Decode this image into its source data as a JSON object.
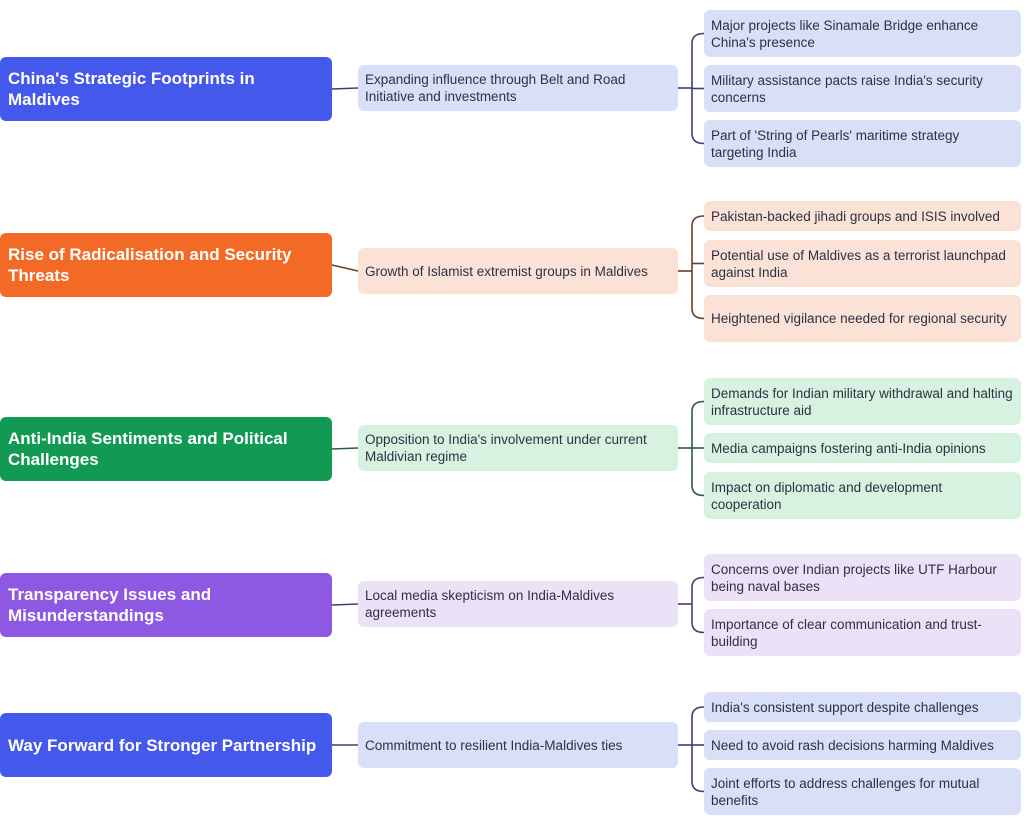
{
  "groups": [
    {
      "main": "China's Strategic Footprints in Maldives",
      "mid": "Expanding influence through Belt and Road Initiative and investments",
      "leaves": [
        "Major projects like Sinamale Bridge enhance China's presence",
        "Military assistance pacts raise India's security concerns",
        "Part of 'String of Pearls' maritime strategy targeting India"
      ],
      "colors": {
        "main": "#4458ec",
        "mid": "#dadff8",
        "leaf": "#dadff8",
        "line": "#3a3f73"
      }
    },
    {
      "main": "Rise of Radicalisation and Security Threats",
      "mid": "Growth of Islamist extremist groups in Maldives",
      "leaves": [
        "Pakistan-backed jihadi groups and ISIS involved",
        "Potential use of Maldives as a terrorist launchpad against India",
        "Heightened vigilance needed for regional security"
      ],
      "colors": {
        "main": "#f26a25",
        "mid": "#fbe2d6",
        "leaf": "#fbe2d6",
        "line": "#6b3f2a"
      }
    },
    {
      "main": "Anti-India Sentiments and Political Challenges",
      "mid": "Opposition to India's involvement under current Maldivian regime",
      "leaves": [
        "Demands for Indian military withdrawal and halting infrastructure aid",
        "Media campaigns fostering anti-India opinions",
        "Impact on diplomatic and development cooperation"
      ],
      "colors": {
        "main": "#129a55",
        "mid": "#d8f2e2",
        "leaf": "#d8f2e2",
        "line": "#2a5c43"
      }
    },
    {
      "main": "Transparency Issues and Misunderstandings",
      "mid": "Local media skepticism on India-Maldives agreements",
      "leaves": [
        "Concerns over Indian projects like UTF Harbour being naval bases",
        "Importance of clear communication and trust-building"
      ],
      "colors": {
        "main": "#8d59e2",
        "mid": "#ebe2f8",
        "leaf": "#ebe2f8",
        "line": "#4c3a6b"
      }
    },
    {
      "main": "Way Forward for Stronger Partnership",
      "mid": "Commitment to resilient India-Maldives ties",
      "leaves": [
        "India's consistent support despite challenges",
        "Need to avoid rash decisions harming Maldives",
        "Joint efforts to address challenges for mutual benefits"
      ],
      "colors": {
        "main": "#4458ec",
        "mid": "#dadff8",
        "leaf": "#dadff8",
        "line": "#3a3f73"
      }
    }
  ]
}
